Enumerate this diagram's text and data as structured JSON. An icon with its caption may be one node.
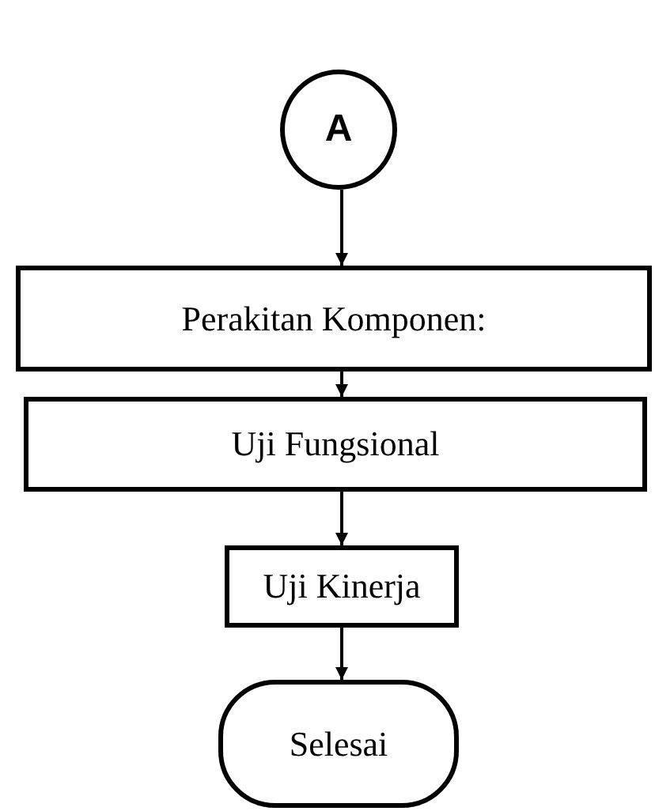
{
  "diagram": {
    "nodes": [
      {
        "text": [
          "A"
        ]
      },
      {
        "text": [
          "Perakitan Komponen:"
        ]
      },
      {
        "text": [
          "Uji Fungsional"
        ]
      },
      {
        "text": [
          "Uji Kinerja"
        ]
      },
      {
        "text": [
          "Selesai"
        ]
      }
    ],
    "edges": [
      {
        "from": 0,
        "to": 1,
        "arrow": "to"
      },
      {
        "from": 1,
        "to": 2,
        "arrow": "to"
      },
      {
        "from": 2,
        "to": 3,
        "arrow": "to"
      },
      {
        "from": 3,
        "to": 4,
        "arrow": "to"
      }
    ]
  }
}
